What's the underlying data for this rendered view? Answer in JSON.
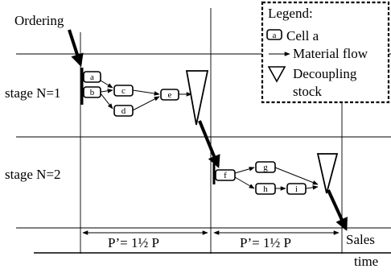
{
  "labels": {
    "ordering": "Ordering",
    "stage1": "stage N=1",
    "stage2": "stage N=2",
    "period1": "P’= 1½ P",
    "period2": "P’= 1½ P",
    "sales": "Sales",
    "time": "time"
  },
  "legend": {
    "title": "Legend:",
    "cell_symbol": "a",
    "cell_label": "Cell a",
    "flow_label": "Material flow",
    "stock_label_line1": "Decoupling",
    "stock_label_line2": "stock"
  },
  "cells": {
    "a": "a",
    "b": "b",
    "c": "c",
    "d": "d",
    "e": "e",
    "f": "f",
    "g": "g",
    "h": "h",
    "i": "i"
  }
}
